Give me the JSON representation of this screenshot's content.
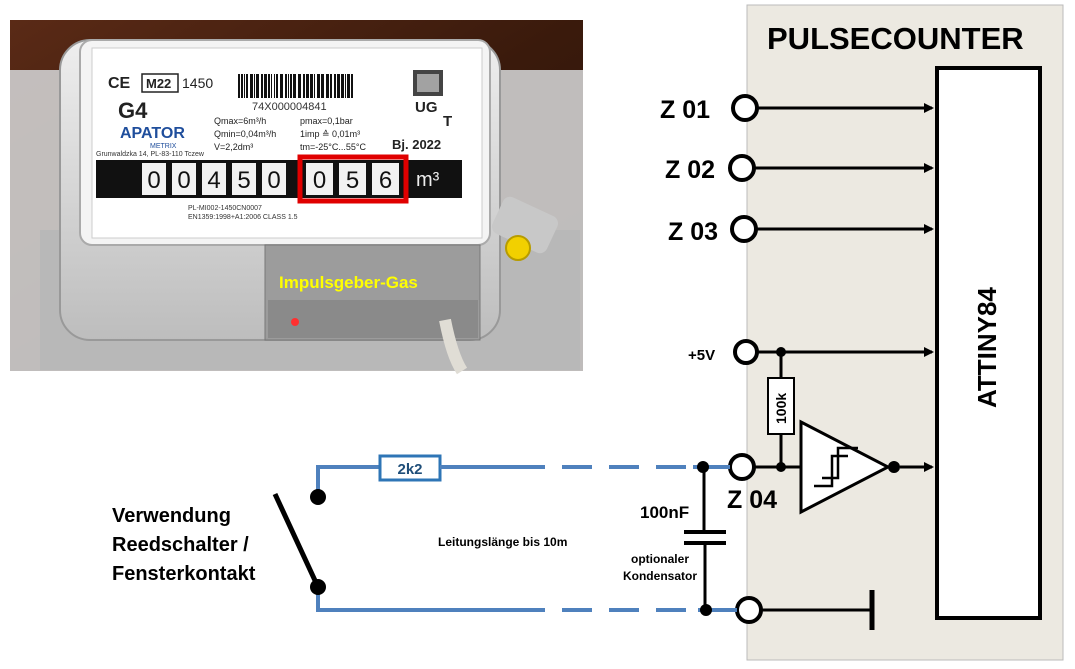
{
  "photo": {
    "overlay_label": "Impulsgeber-Gas",
    "ce_mark": "CE",
    "approval": "M22",
    "approval_number": "1450",
    "model": "G4",
    "brand": "APATOR",
    "brand_sub": "METRIX",
    "address": "Grunwaldzka 14, PL-83-110 Tczew",
    "serial": "74X000004841",
    "qmax": "Qmax=6m³/h",
    "qmin": "Qmin=0,04m³/h",
    "volume": "V=2,2dm³",
    "pmax": "pmax=0,1bar",
    "imp": "1imp ≙ 0,01m³",
    "temp": "tm=-25°C...55°C",
    "ug": "UG",
    "ug_t": "T",
    "year": "Bj. 2022",
    "digits_black": [
      "0",
      "0",
      "4",
      "5",
      "0"
    ],
    "digits_red": [
      "0",
      "5",
      "6"
    ],
    "unit": "m³",
    "cert1": "PL-MI002-1450CN0007",
    "cert2": "EN1359:1998+A1:2006 CLASS 1.5"
  },
  "module": {
    "title": "PULSECOUNTER",
    "chip": "ATTINY84",
    "inputs": [
      "Z 01",
      "Z 02",
      "Z 03"
    ],
    "z04": "Z 04",
    "vcc": "+5V",
    "pullup": "100k"
  },
  "circuit": {
    "resistor": "2k2",
    "capacitor": "100nF",
    "cable_note": "Leitungslänge bis 10m",
    "cap_note": [
      "optionaler",
      "Kondensator"
    ],
    "switch_note": [
      "Verwendung",
      "Reedschalter /",
      "Fensterkontakt"
    ]
  },
  "colors": {
    "module_bg": "#ece9e1",
    "wire_blue": "#4f81bd",
    "resistor_border": "#2e75b6",
    "label_yellow": "#ffff00",
    "counter_red": "#e00000"
  }
}
